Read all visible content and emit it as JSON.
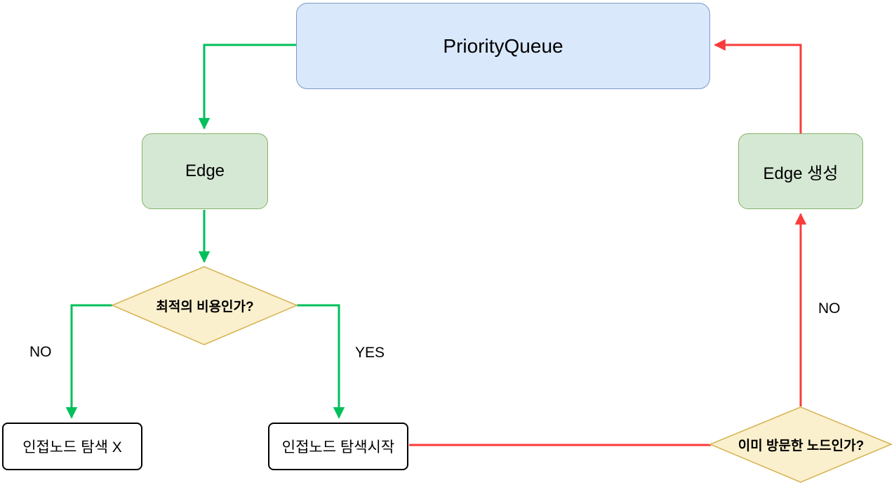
{
  "diagram": {
    "title": "Priority queue graph traversal flowchart",
    "nodes": {
      "priority_queue": {
        "label": "PriorityQueue",
        "type": "process"
      },
      "edge": {
        "label": "Edge",
        "type": "process"
      },
      "edge_create": {
        "label": "Edge 생성",
        "type": "process"
      },
      "decision_optimal_cost": {
        "label": "최적의 비용인가?",
        "type": "decision"
      },
      "decision_visited": {
        "label": "이미 방문한 노드인가?",
        "type": "decision"
      },
      "search_skip": {
        "label": "인접노드 탐색 X",
        "type": "terminal"
      },
      "search_start": {
        "label": "인접노드 탐색시작",
        "type": "terminal"
      }
    },
    "edge_labels": {
      "no_left": "NO",
      "yes": "YES",
      "no_right": "NO"
    },
    "colors": {
      "flow_green": "#01bf5b",
      "flow_red": "#f93b3b",
      "process_blue_fill": "#dae8fc",
      "process_blue_border": "#7a99c7",
      "process_green_fill": "#d5e8d4",
      "process_green_border": "#82b366",
      "decision_fill": "#fbf0cd",
      "decision_border": "#d6b656",
      "plain_fill": "#ffffff",
      "plain_border": "#000000",
      "text_color": "#000000"
    }
  }
}
